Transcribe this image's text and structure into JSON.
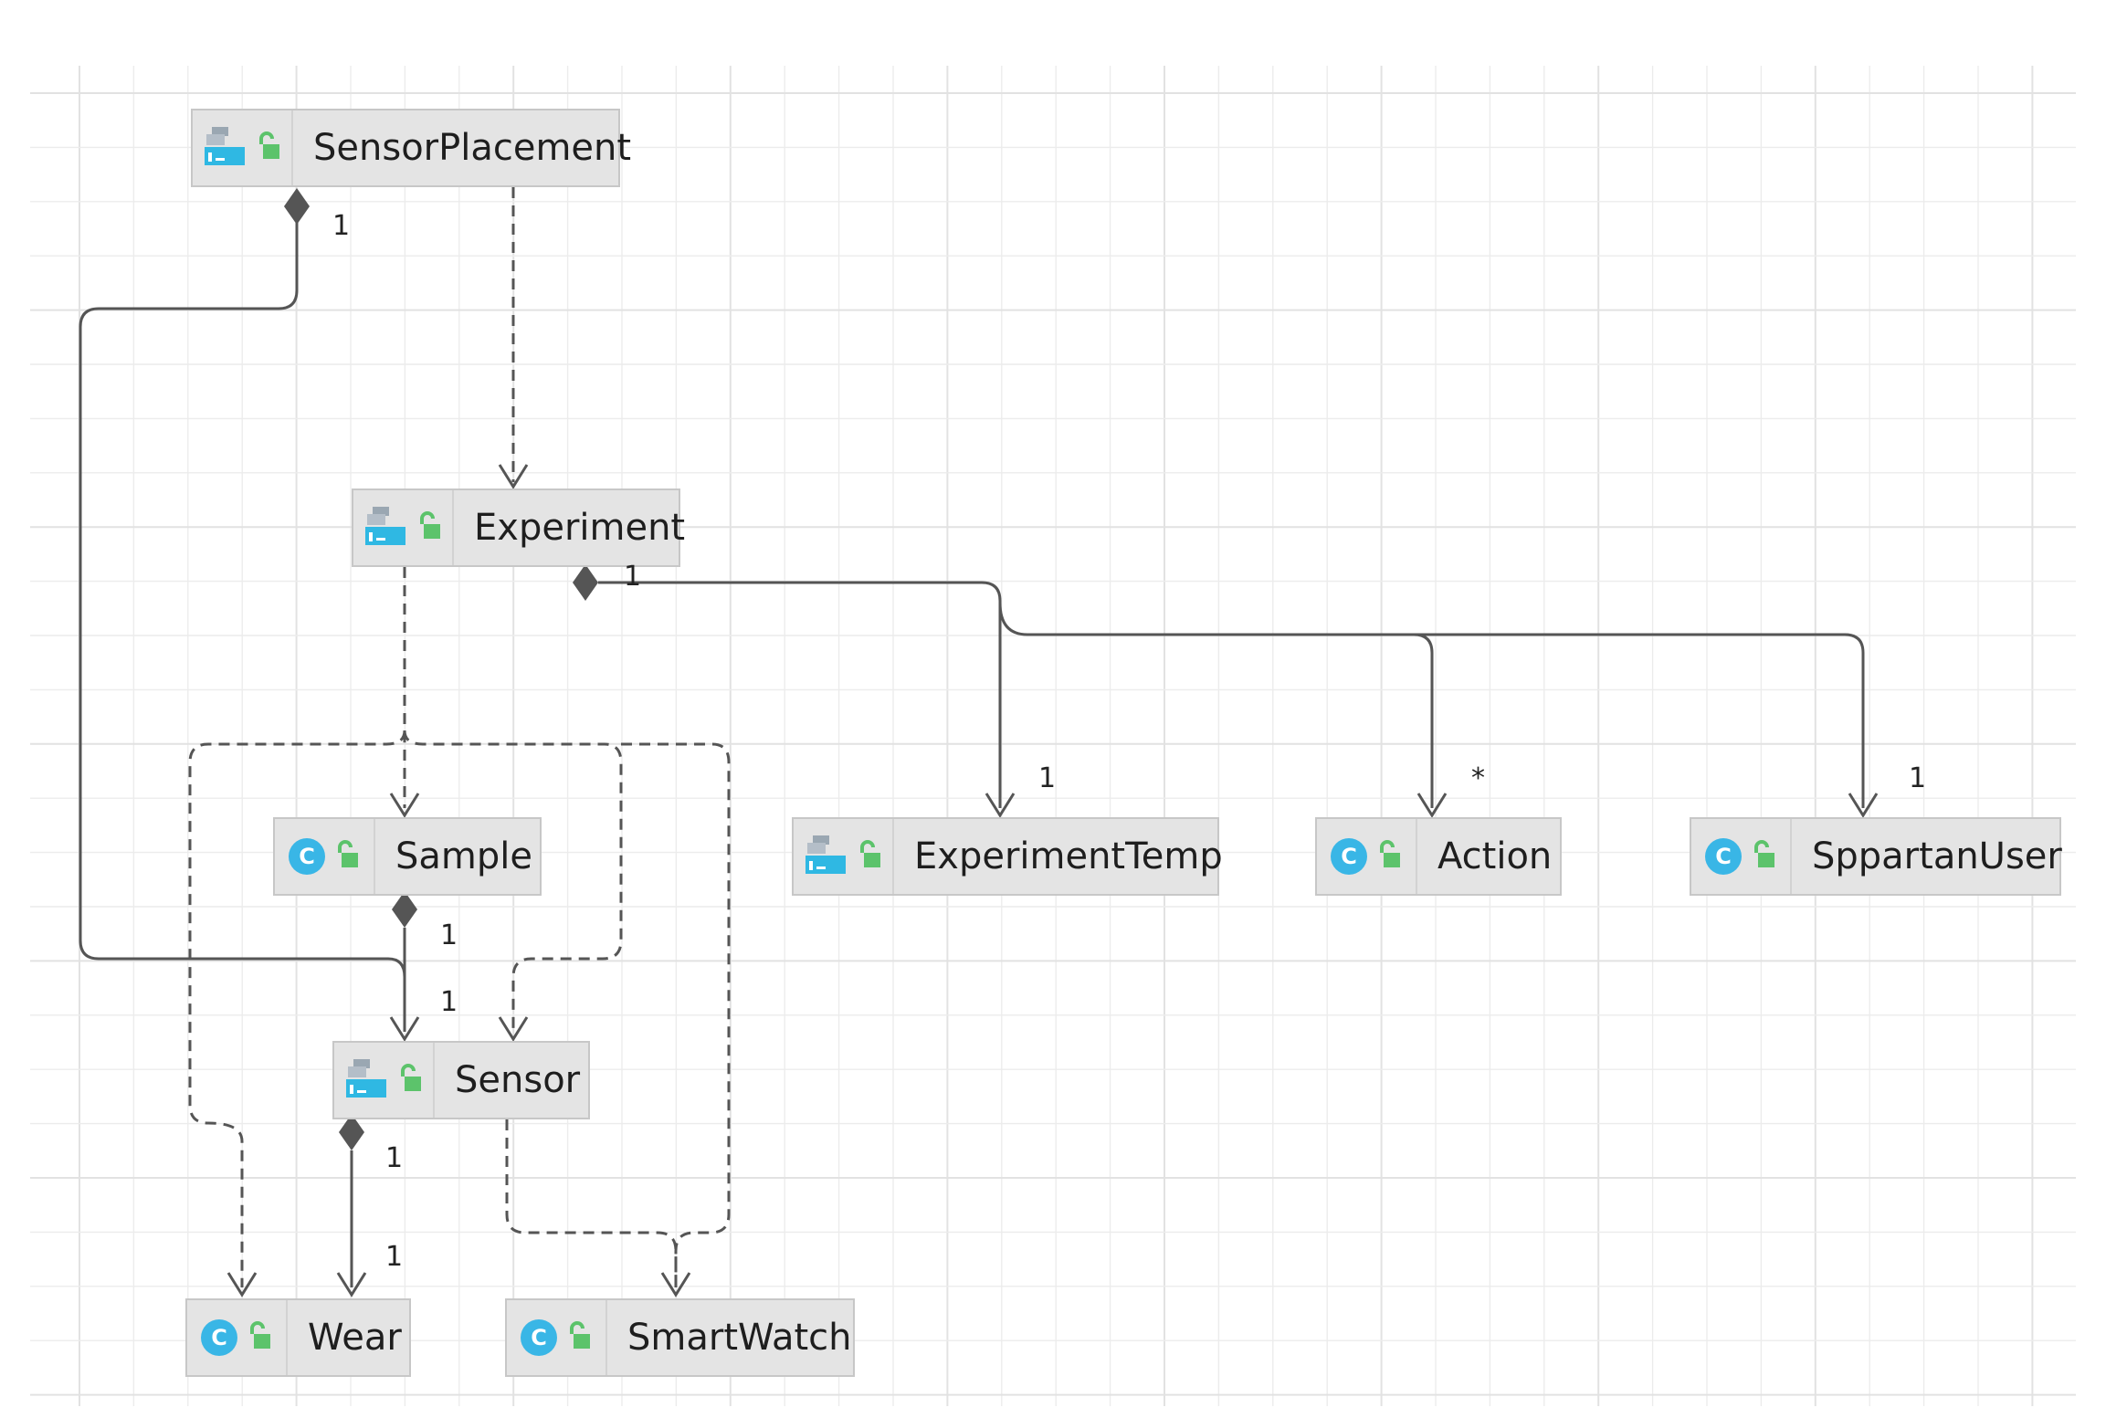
{
  "diagram": {
    "nodes": [
      {
        "id": "sensorplacement",
        "name": "SensorPlacement",
        "kind": "table",
        "icons": [
          "table-icon",
          "unlock-icon"
        ]
      },
      {
        "id": "experiment",
        "name": "Experiment",
        "kind": "table",
        "icons": [
          "table-icon",
          "unlock-icon"
        ]
      },
      {
        "id": "sample",
        "name": "Sample",
        "kind": "class",
        "icons": [
          "class-icon",
          "unlock-icon"
        ]
      },
      {
        "id": "experimenttemp",
        "name": "ExperimentTemp",
        "kind": "table",
        "icons": [
          "table-icon",
          "unlock-icon"
        ]
      },
      {
        "id": "action",
        "name": "Action",
        "kind": "class",
        "icons": [
          "class-icon",
          "unlock-icon"
        ]
      },
      {
        "id": "sppartanuser",
        "name": "SppartanUser",
        "kind": "class",
        "icons": [
          "class-icon",
          "unlock-icon"
        ]
      },
      {
        "id": "sensor",
        "name": "Sensor",
        "kind": "table",
        "icons": [
          "table-icon",
          "unlock-icon"
        ]
      },
      {
        "id": "wear",
        "name": "Wear",
        "kind": "class",
        "icons": [
          "class-icon",
          "unlock-icon"
        ]
      },
      {
        "id": "smartwatch",
        "name": "SmartWatch",
        "kind": "class",
        "icons": [
          "class-icon",
          "unlock-icon"
        ]
      }
    ],
    "class_icon_letter": "C",
    "edges": [
      {
        "from": "sensorplacement",
        "to": "sensor",
        "type": "composition",
        "from_mult": "1",
        "to_mult": "1"
      },
      {
        "from": "sensorplacement",
        "to": "experiment",
        "type": "dependency"
      },
      {
        "from": "experiment",
        "to": "experimenttemp",
        "type": "composition",
        "from_mult": "1",
        "to_mult": "1"
      },
      {
        "from": "experiment",
        "to": "action",
        "type": "composition",
        "to_mult": "*"
      },
      {
        "from": "experiment",
        "to": "sppartanuser",
        "type": "composition",
        "to_mult": "1"
      },
      {
        "from": "experiment",
        "to": "sample",
        "type": "dependency"
      },
      {
        "from": "experiment",
        "to": "wear",
        "type": "dependency"
      },
      {
        "from": "experiment",
        "to": "sensor",
        "type": "dependency"
      },
      {
        "from": "experiment",
        "to": "smartwatch",
        "type": "dependency"
      },
      {
        "from": "sample",
        "to": "sensor",
        "type": "composition",
        "from_mult": "1"
      },
      {
        "from": "sensor",
        "to": "wear",
        "type": "composition",
        "from_mult": "1",
        "to_mult": "1"
      },
      {
        "from": "sensor",
        "to": "smartwatch",
        "type": "dependency"
      }
    ]
  },
  "colors": {
    "node_fill": "#e4e4e4",
    "node_border": "#c7c7c7",
    "edge": "#555555",
    "grid": "#ececec",
    "class_icon": "#39b6e6",
    "table_icon": "#2fb8e3",
    "unlock_icon": "#5cc36b"
  }
}
